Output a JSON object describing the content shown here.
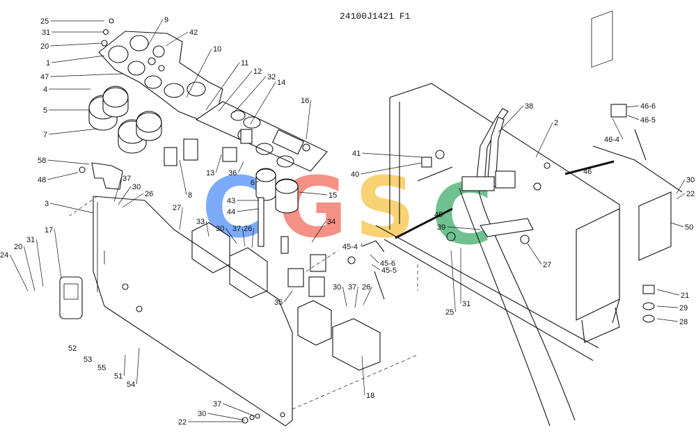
{
  "drawing_number": "24100J1421 F1",
  "watermark": {
    "letters": [
      {
        "char": "C",
        "color": "#4f8ef7"
      },
      {
        "char": "G",
        "color": "#f26b5b"
      },
      {
        "char": "S",
        "color": "#f6c445"
      },
      {
        "char": "C",
        "color": "#3fae6a"
      }
    ]
  },
  "callouts": [
    "25",
    "31",
    "20",
    "1",
    "47",
    "4",
    "5",
    "7",
    "58",
    "48",
    "3",
    "17",
    "24",
    "20",
    "31",
    "9",
    "42",
    "10",
    "11",
    "12",
    "32",
    "14",
    "16",
    "8",
    "13",
    "36",
    "6",
    "43",
    "44",
    "15",
    "33",
    "30",
    "37",
    "26",
    "27",
    "34",
    "45-4",
    "45-5",
    "45-6",
    "35",
    "30",
    "37",
    "26",
    "18",
    "52",
    "53",
    "55",
    "51",
    "54",
    "37",
    "30",
    "22",
    "37",
    "30",
    "26",
    "41",
    "40",
    "38",
    "2",
    "46",
    "45",
    "39",
    "25",
    "31",
    "27",
    "46-6",
    "46-5",
    "46-4",
    "30",
    "22",
    "50",
    "21",
    "29",
    "28"
  ]
}
